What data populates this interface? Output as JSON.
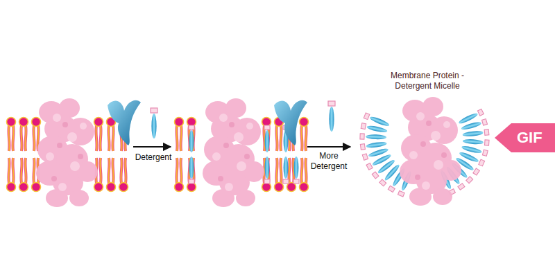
{
  "diagram": {
    "nodes": [
      {
        "text": [
          "GIF"
        ]
      }
    ],
    "labels": [
      "Detergent",
      "More Detergent",
      "Membrane Protein -Detergent Micelle"
    ]
  }
}
